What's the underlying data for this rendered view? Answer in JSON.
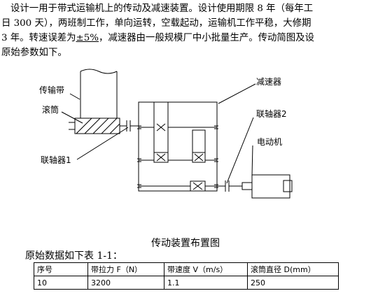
{
  "intro": {
    "line1": "设计一用于带式运输机上的传动及减速装置。设计使用期限 8 年（每年工",
    "line2": "日 300 天），两班制工作，单向运转，空载起动，运输机工作平稳，大修期",
    "line3_pre": "3 年。转速误差为",
    "line3_pm": "±5%",
    "line3_post": "，减速器由一般规模厂中小批量生产。传动简图及设",
    "line4": "原始参数如下。"
  },
  "diagram": {
    "labels": {
      "belt": "传输带",
      "drum": "滚筒",
      "coupling1": "联轴器1",
      "reducer": "减速器",
      "coupling2": "联轴器2",
      "motor": "电动机"
    },
    "caption": "传动装置布置图"
  },
  "table": {
    "title": "原始数据如下表 1-1：",
    "headers": [
      "序号",
      "带拉力 F（N）",
      "带速度 V（m/s）",
      "滚筒直径 D(mm）"
    ],
    "rows": [
      [
        "10",
        "3200",
        "1.1",
        "250"
      ]
    ]
  }
}
